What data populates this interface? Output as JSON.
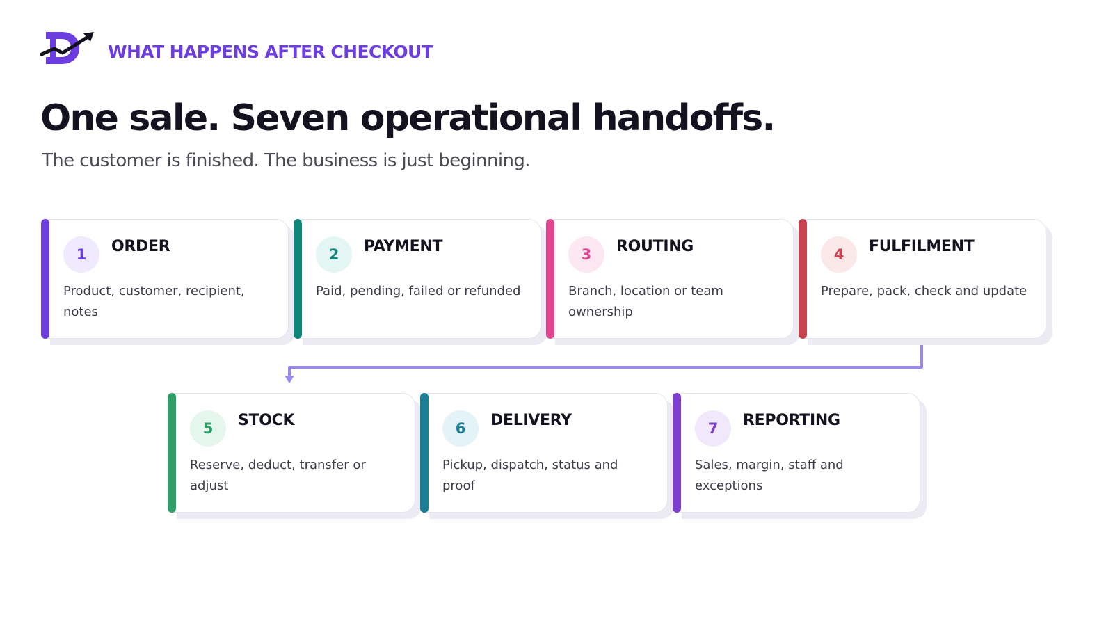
{
  "header": {
    "eyebrow": "WHAT HAPPENS AFTER CHECKOUT",
    "title": "One sale. Seven operational handoffs.",
    "subtitle": "The customer is finished. The business is just beginning."
  },
  "colors": {
    "brand": "#6c3ee0",
    "connector": "#9b87ee"
  },
  "steps": [
    {
      "num": "1",
      "name": "ORDER",
      "desc": "Product, customer, recipient, notes",
      "color": "#6c3ee0",
      "tint": "#efeafd"
    },
    {
      "num": "2",
      "name": "PAYMENT",
      "desc": "Paid, pending, failed or refunded",
      "color": "#12857a",
      "tint": "#e3f6f3"
    },
    {
      "num": "3",
      "name": "ROUTING",
      "desc": "Branch, location or team ownership",
      "color": "#e0468f",
      "tint": "#fde8f1"
    },
    {
      "num": "4",
      "name": "FULFILMENT",
      "desc": "Prepare, pack, check and update",
      "color": "#c8434f",
      "tint": "#fbe9ea"
    },
    {
      "num": "5",
      "name": "STOCK",
      "desc": "Reserve, deduct, transfer or adjust",
      "color": "#2f9f6a",
      "tint": "#e5f6ec"
    },
    {
      "num": "6",
      "name": "DELIVERY",
      "desc": "Pickup, dispatch, status and proof",
      "color": "#1a7f95",
      "tint": "#e3f3f8"
    },
    {
      "num": "7",
      "name": "REPORTING",
      "desc": "Sales, margin, staff and exceptions",
      "color": "#7d3fd0",
      "tint": "#f1e8fb"
    }
  ]
}
